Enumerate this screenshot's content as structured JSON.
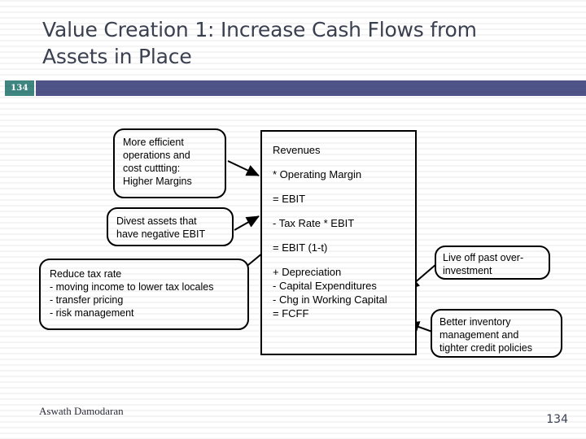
{
  "slide": {
    "title": "Value Creation 1: Increase Cash Flows from Assets in Place",
    "number_badge": "134",
    "footer_author": "Aswath Damodaran",
    "footer_page": "134",
    "colors": {
      "title_text": "#3b4151",
      "header_bar": "#4f5488",
      "badge": "#3f8681",
      "diagram_stroke": "#000000"
    }
  },
  "diagram": {
    "nodes": {
      "margins": {
        "text": "More efficient\noperations and\ncost cuttting:\nHigher Margins",
        "shape": "rounded-rectangle"
      },
      "divest": {
        "text": "Divest assets that\nhave negative EBIT",
        "shape": "rounded-rectangle"
      },
      "tax_rate": {
        "text": "Reduce tax rate\n - moving income to lower tax locales\n - transfer pricing\n - risk management",
        "shape": "rounded-rectangle"
      },
      "live_off": {
        "text": "Live off past over-\ninvestment",
        "shape": "rounded-rectangle"
      },
      "inventory": {
        "text": "Better inventory\nmanagement and\ntighter credit policies",
        "shape": "rounded-rectangle"
      },
      "core": {
        "shape": "rectangle",
        "lines": [
          "Revenues",
          "* Operating Margin",
          "= EBIT",
          "- Tax Rate * EBIT",
          "= EBIT (1-t)",
          "+ Depreciation",
          "- Capital Expenditures",
          "- Chg in Working Capital",
          "= FCFF"
        ]
      }
    },
    "connections": [
      {
        "from": "margins",
        "to": "core",
        "target_line": "* Operating Margin",
        "direction": "right"
      },
      {
        "from": "divest",
        "to": "core",
        "target_line": "= EBIT",
        "direction": "right"
      },
      {
        "from": "tax_rate",
        "to": "core",
        "target_line": "- Tax Rate * EBIT",
        "direction": "up-right"
      },
      {
        "from": "live_off",
        "to": "core",
        "target_line": "+ Depreciation",
        "direction": "down-left"
      },
      {
        "from": "inventory",
        "to": "core",
        "target_line": "- Chg in Working Capital",
        "direction": "left"
      }
    ]
  }
}
